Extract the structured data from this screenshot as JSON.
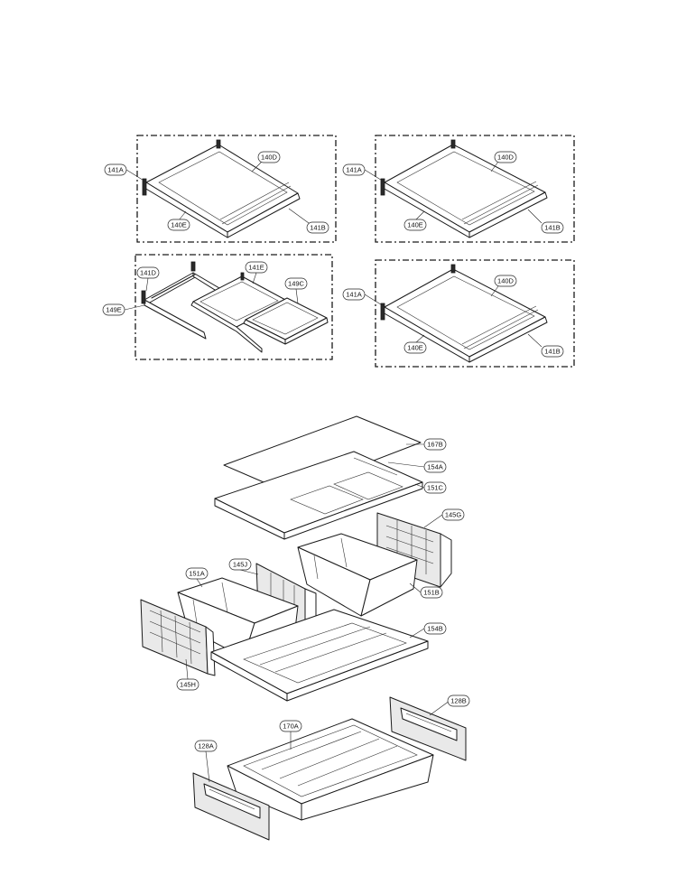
{
  "labels": {
    "141A": "141A",
    "140D": "140D",
    "140E": "140E",
    "141B": "141B",
    "141D": "141D",
    "141E": "141E",
    "149C": "149C",
    "149E": "149E",
    "167B": "167B",
    "154A": "154A",
    "151C": "151C",
    "145G": "145G",
    "145J": "145J",
    "151A": "151A",
    "151B": "151B",
    "154B": "154B",
    "145H": "145H",
    "128B": "128B",
    "170A": "170A",
    "128A": "128A"
  },
  "icons": {
    "part-outline": "line-art"
  }
}
